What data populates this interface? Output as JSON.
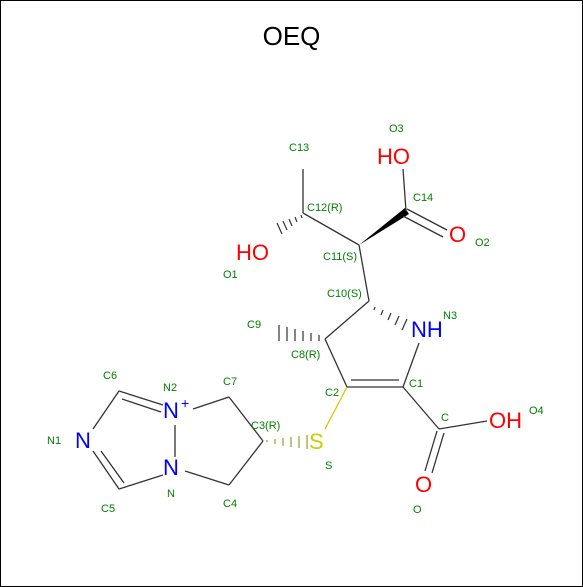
{
  "title": "OEQ",
  "colors": {
    "bond": "#333333",
    "label": "#008000",
    "oxygen": "#ff0000",
    "nitrogen": "#0000ff",
    "sulfur": "#cccc00"
  },
  "atoms": {
    "o3_symbol": "HO",
    "o2_symbol": "O",
    "o1_symbol": "HO",
    "n3_symbol": "NH",
    "n2_symbol": "N",
    "n2_charge": "+",
    "n1_symbol": "N",
    "n_symbol": "N",
    "s_symbol": "S",
    "o4_symbol": "OH",
    "o_symbol": "O"
  },
  "labels": {
    "o3": "O3",
    "c13": "C13",
    "c12": "C12(R)",
    "c14": "C14",
    "o2": "O2",
    "c11": "C11(S)",
    "o1": "O1",
    "c10": "C10(S)",
    "n3": "N3",
    "c9": "C9",
    "c8": "C8(R)",
    "c6": "C6",
    "n2": "N2",
    "c7": "C7",
    "c2": "C2",
    "c1": "C1",
    "c3": "C3(R)",
    "c": "C",
    "o4": "O4",
    "n1": "N1",
    "s": "S",
    "n": "N",
    "c5": "C5",
    "c4": "C4",
    "o": "O"
  }
}
